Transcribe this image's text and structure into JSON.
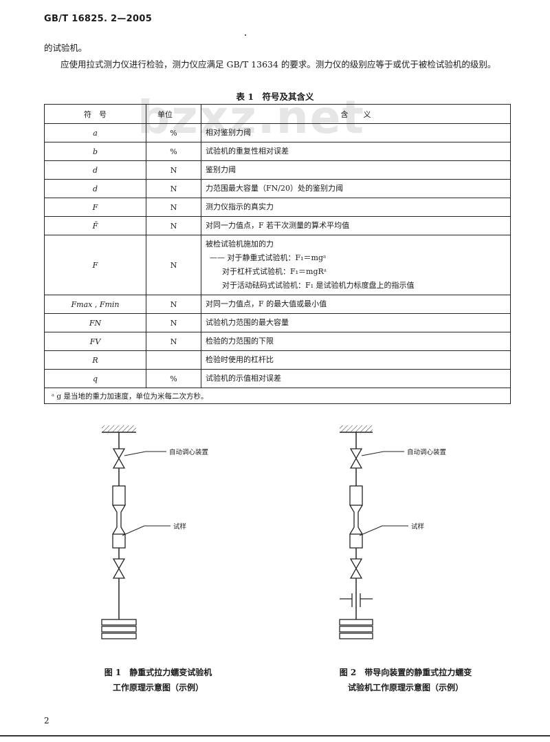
{
  "header": {
    "standard_no": "GB/T 16825. 2—2005"
  },
  "paragraphs": {
    "p1": "的试验机。",
    "p2": "应使用拉式测力仪进行检验，测力仪应满足 GB/T 13634 的要求。测力仪的级别应等于或优于被检试验机的级别。"
  },
  "watermark": "bzxz.net",
  "table": {
    "caption": "表 1　符号及其含义",
    "headers": {
      "symbol": "符　号",
      "unit": "单位",
      "meaning": "含　　义"
    },
    "rows": [
      {
        "symbol": "a",
        "unit": "%",
        "meaning": "相对鉴别力阈"
      },
      {
        "symbol": "b",
        "unit": "%",
        "meaning": "试验机的重复性相对误差"
      },
      {
        "symbol": "d",
        "unit": "N",
        "meaning": "鉴别力阈"
      },
      {
        "symbol": "d",
        "unit": "N",
        "meaning": "力范围最大容量（FN/20）处的鉴别力阈"
      },
      {
        "symbol": "F",
        "unit": "N",
        "meaning": "测力仪指示的真实力"
      },
      {
        "symbol": "F̄",
        "unit": "N",
        "meaning": "对同一力值点，F 若干次测量的算术平均值"
      },
      {
        "symbol": "Fmax , Fmin",
        "unit": "N",
        "meaning": "对同一力值点，F 的最大值或最小值"
      },
      {
        "symbol": "FN",
        "unit": "N",
        "meaning": "试验机力范围的最大容量"
      },
      {
        "symbol": "FV",
        "unit": "N",
        "meaning": "检验的力范围的下限"
      },
      {
        "symbol": "R",
        "unit": "",
        "meaning": "检验时使用的杠杆比"
      },
      {
        "symbol": "q",
        "unit": "%",
        "meaning": "试验机的示值相对误差"
      }
    ],
    "applied_force": {
      "symbol": "F",
      "unit": "N",
      "title": "被检试验机施加的力",
      "line1": "—— 对于静重式试验机：F₁＝mgᵃ",
      "line2": "对于杠杆式试验机：F₁＝mgRᵃ",
      "line3": "对于活动砝码式试验机：F₁ 是试验机力标度盘上的指示值"
    },
    "footnote": "ᵃ g 是当地的重力加速度，单位为米每二次方秒。"
  },
  "figures": {
    "fig1": {
      "label_device": "自动调心装置",
      "label_specimen": "试样",
      "caption_line1": "图 1　静重式拉力蠕变试验机",
      "caption_line2": "工作原理示意图（示例）"
    },
    "fig2": {
      "label_device": "自动调心装置",
      "label_specimen": "试样",
      "caption_line1": "图 2　带导向装置的静重式拉力蠕变",
      "caption_line2": "试验机工作原理示意图（示例）"
    }
  },
  "page_number": "2"
}
